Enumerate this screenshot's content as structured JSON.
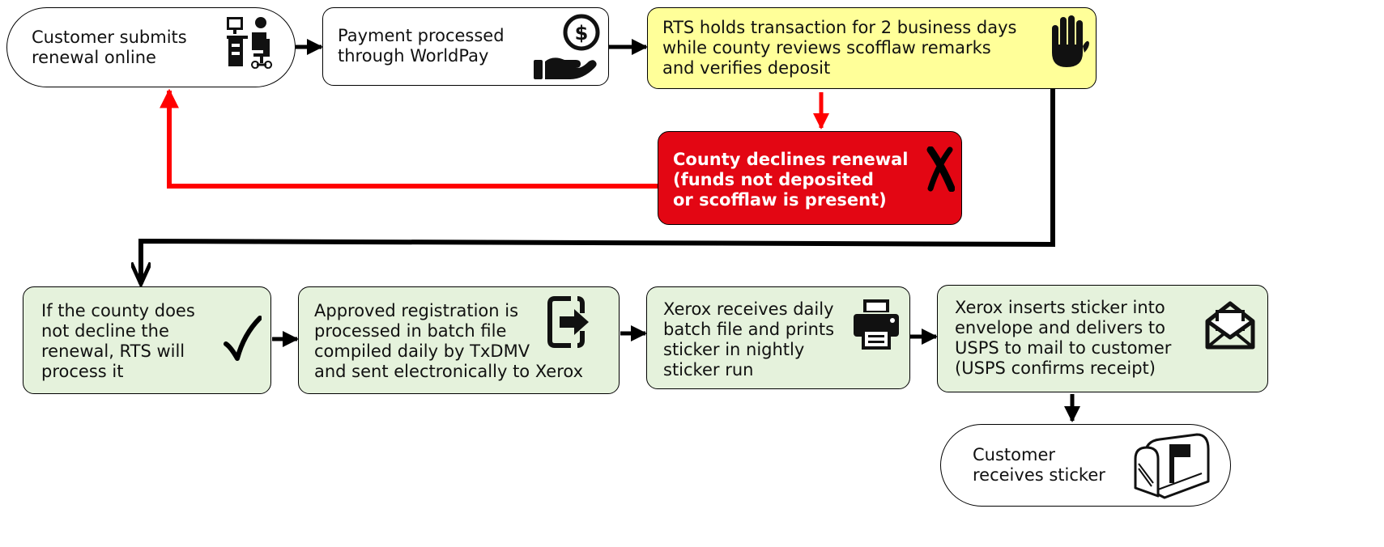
{
  "diagram": {
    "nodes": {
      "submit": {
        "text": "Customer submits\nrenewal online",
        "icon": "customer-at-computer-icon"
      },
      "payment": {
        "text": "Payment processed\nthrough WorldPay",
        "icon": "hand-holding-dollar-icon"
      },
      "hold": {
        "text": "RTS holds transaction for 2 business days\nwhile county reviews scofflaw remarks\nand verifies deposit",
        "icon": "stop-hand-icon"
      },
      "decline": {
        "text": "County declines renewal\n(funds not deposited\nor scofflaw is present)",
        "icon": "x-mark-icon"
      },
      "process": {
        "text": "If the county does\nnot decline the\nrenewal, RTS will\nprocess it",
        "icon": "check-mark-icon"
      },
      "batch": {
        "text": "Approved registration is\nprocessed in batch file\ncompiled daily by TxDMV\nand sent electronically to Xerox",
        "icon": "export-file-icon"
      },
      "print": {
        "text": "Xerox receives daily\nbatch file and prints\nsticker in nightly\nsticker run",
        "icon": "printer-icon"
      },
      "mail": {
        "text": "Xerox inserts sticker into\nenvelope and delivers to\nUSPS to mail to customer\n(USPS confirms receipt)",
        "icon": "envelope-icon"
      },
      "receive": {
        "text": "Customer\nreceives sticker",
        "icon": "mailbox-icon"
      }
    },
    "colors": {
      "start_end": "#ffffff",
      "hold": "#ffff99",
      "decline": "#e30613",
      "process": "#e5f2dc",
      "arrow": "#000000",
      "decline_arrow": "#ff0000"
    }
  }
}
